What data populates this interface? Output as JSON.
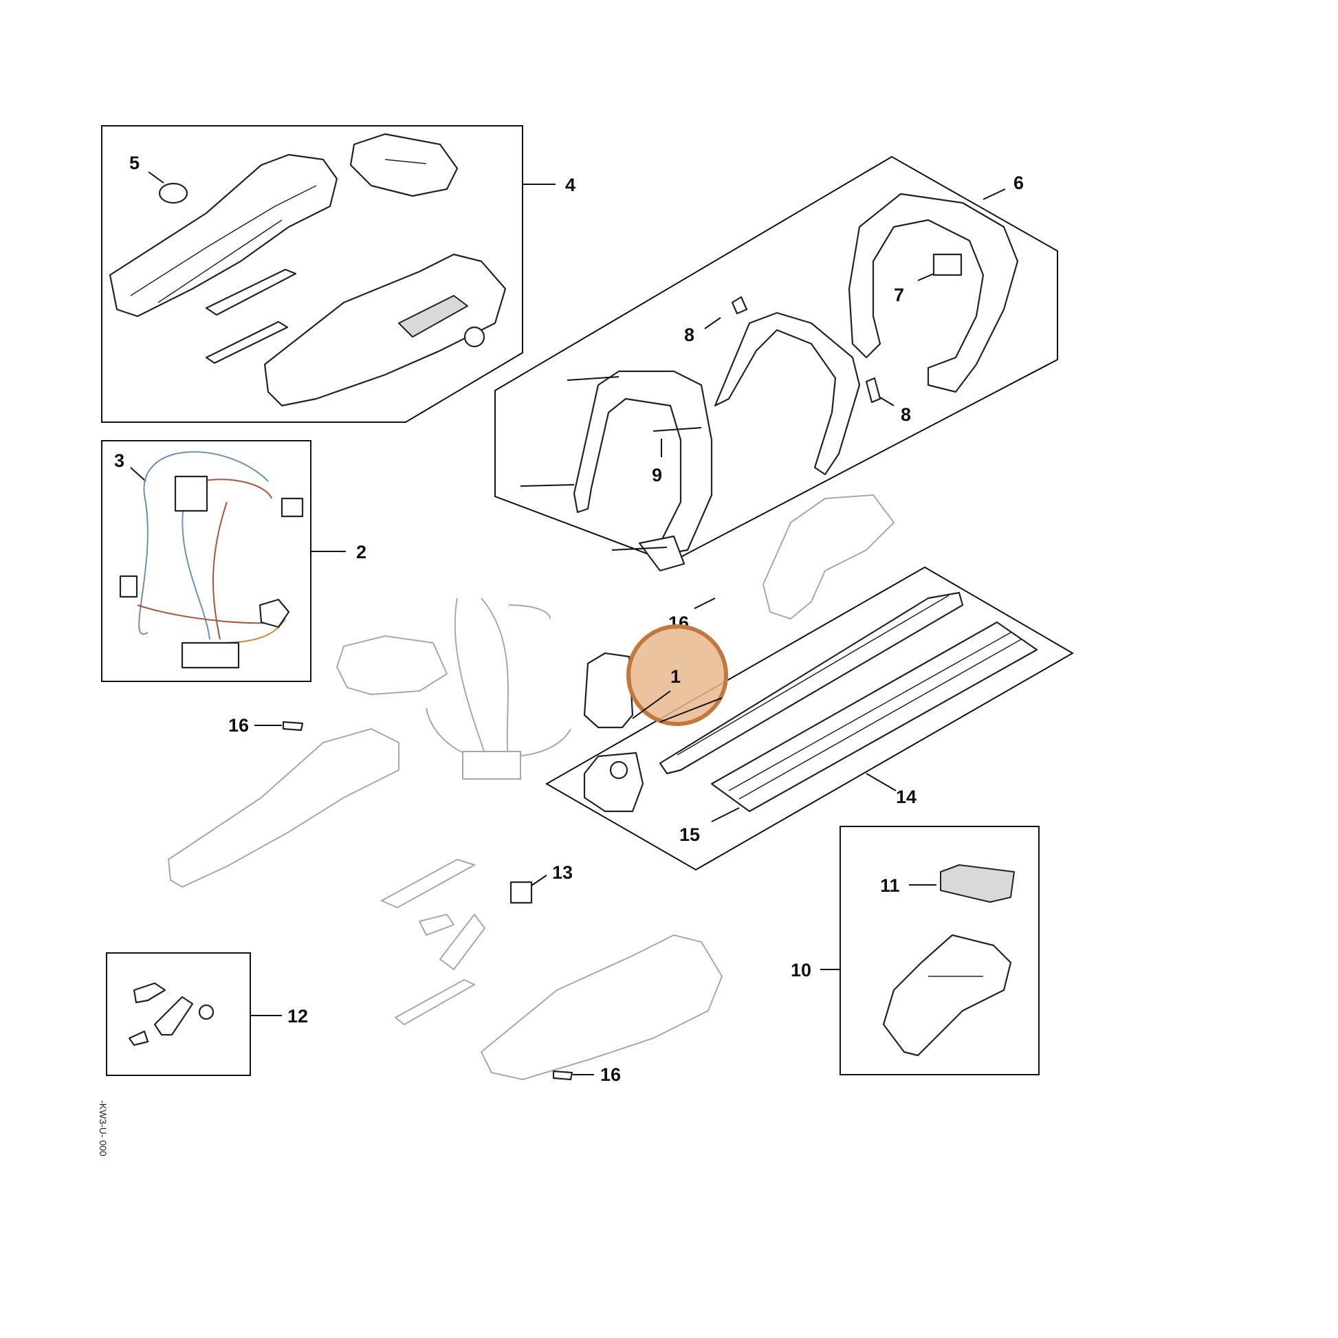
{
  "callouts": {
    "c1": "1",
    "c2": "2",
    "c3": "3",
    "c4": "4",
    "c5": "5",
    "c6": "6",
    "c7": "7",
    "c8a": "8",
    "c8b": "8",
    "c9": "9",
    "c10": "10",
    "c11": "11",
    "c12": "12",
    "c13": "13",
    "c14": "14",
    "c15": "15",
    "c16a": "16",
    "c16b": "16",
    "c16c": "16"
  },
  "highlight": {
    "label": "1",
    "fill": "#e9b98e",
    "stroke": "#c2783a"
  },
  "wire_colors": {
    "blue": "#6a8fb8",
    "red": "#a8543c",
    "orange": "#d08a3a"
  },
  "side_code": "-KW3-U- 000"
}
